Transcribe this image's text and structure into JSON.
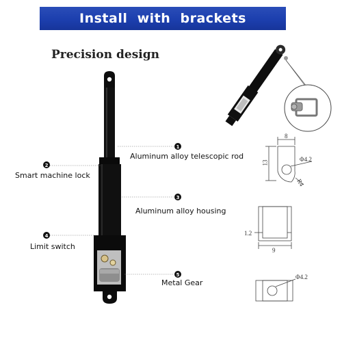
{
  "banner": {
    "title": "Install  with  brackets"
  },
  "subtitle": "Precision design",
  "callouts": [
    {
      "number": "1",
      "label": "Aluminum alloy telescopic rod"
    },
    {
      "number": "2",
      "label": "Smart machine lock"
    },
    {
      "number": "3",
      "label": "Aluminum alloy housing"
    },
    {
      "number": "4",
      "label": "Limit switch"
    },
    {
      "number": "5",
      "label": "Metal Gear"
    }
  ],
  "dimensions": {
    "width_top": "8",
    "height_side": "13",
    "hole_dia": "Φ4.2",
    "radius": "R4",
    "thickness": "1.2",
    "width_bottom": "9",
    "base_hole_dia": "Φ4.2"
  },
  "colors": {
    "banner": "#1c3fae",
    "actuator": "#0d0d0d",
    "callout_badge": "#111111"
  }
}
